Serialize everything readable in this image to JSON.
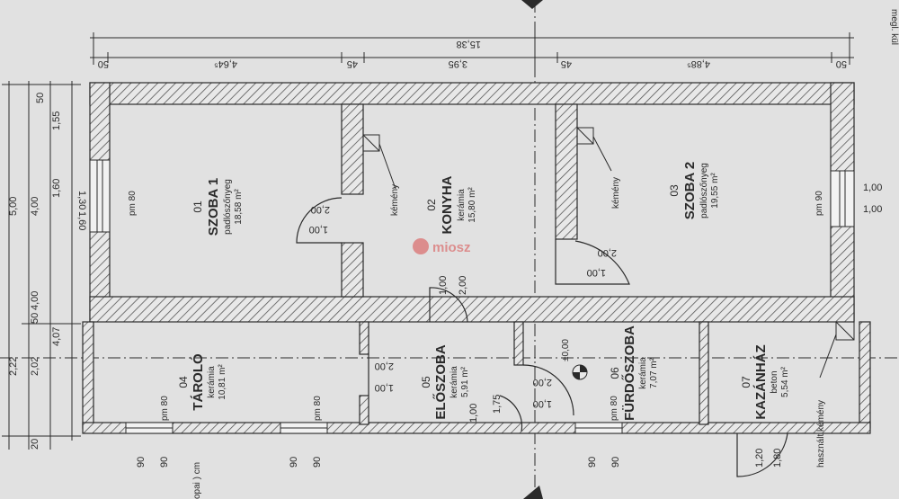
{
  "colors": {
    "paper": "#e1e1e1",
    "ink": "#2a2a2a",
    "hatch": "#555555",
    "watermark": "#d94a4a"
  },
  "top_dims": {
    "overall": "15,38",
    "segments": [
      "50",
      "4,64⁵",
      "45",
      "3,95",
      "45",
      "4,88⁵",
      "50"
    ]
  },
  "left_dims": [
    "5,00",
    "4,00",
    "1,55",
    "50",
    "1,60",
    "1,30",
    "1,60",
    "4,00",
    "50",
    "4,07",
    "2,22",
    "2,02",
    "20"
  ],
  "rooms": [
    {
      "num": "01",
      "name": "SZOBA 1",
      "floor": "padlószőnyeg",
      "area": "18,58 m²"
    },
    {
      "num": "02",
      "name": "KONYHA",
      "floor": "kerámia",
      "area": "15,80 m²"
    },
    {
      "num": "03",
      "name": "SZOBA 2",
      "floor": "padlószőnyeg",
      "area": "19,55 m²"
    },
    {
      "num": "04",
      "name": "TÁROLÓ",
      "floor": "kerámia",
      "area": "10,81 m²"
    },
    {
      "num": "05",
      "name": "ELŐSZOBA",
      "floor": "kerámia",
      "area": "5,91 m²"
    },
    {
      "num": "06",
      "name": "FÜRDŐSZOBA",
      "floor": "kerámia",
      "area": "7,07 m²"
    },
    {
      "num": "07",
      "name": "KAZÁNHÁZ",
      "floor": "beton",
      "area": "5,54 m²"
    }
  ],
  "annotations": {
    "kemeny": "kémény",
    "hasznalt_kemeny": "használt kémény",
    "level": "±0,00",
    "pm80": "pm 80",
    "pm90": "pm 90",
    "w90": "90",
    "d100": "1,00",
    "d200": "2,00",
    "d175": "1,75",
    "d120": "1,20",
    "d180": "1,80",
    "corner_note": "megl. kül",
    "bottom_note": "opai ) cm",
    "watermark": "miosz"
  }
}
